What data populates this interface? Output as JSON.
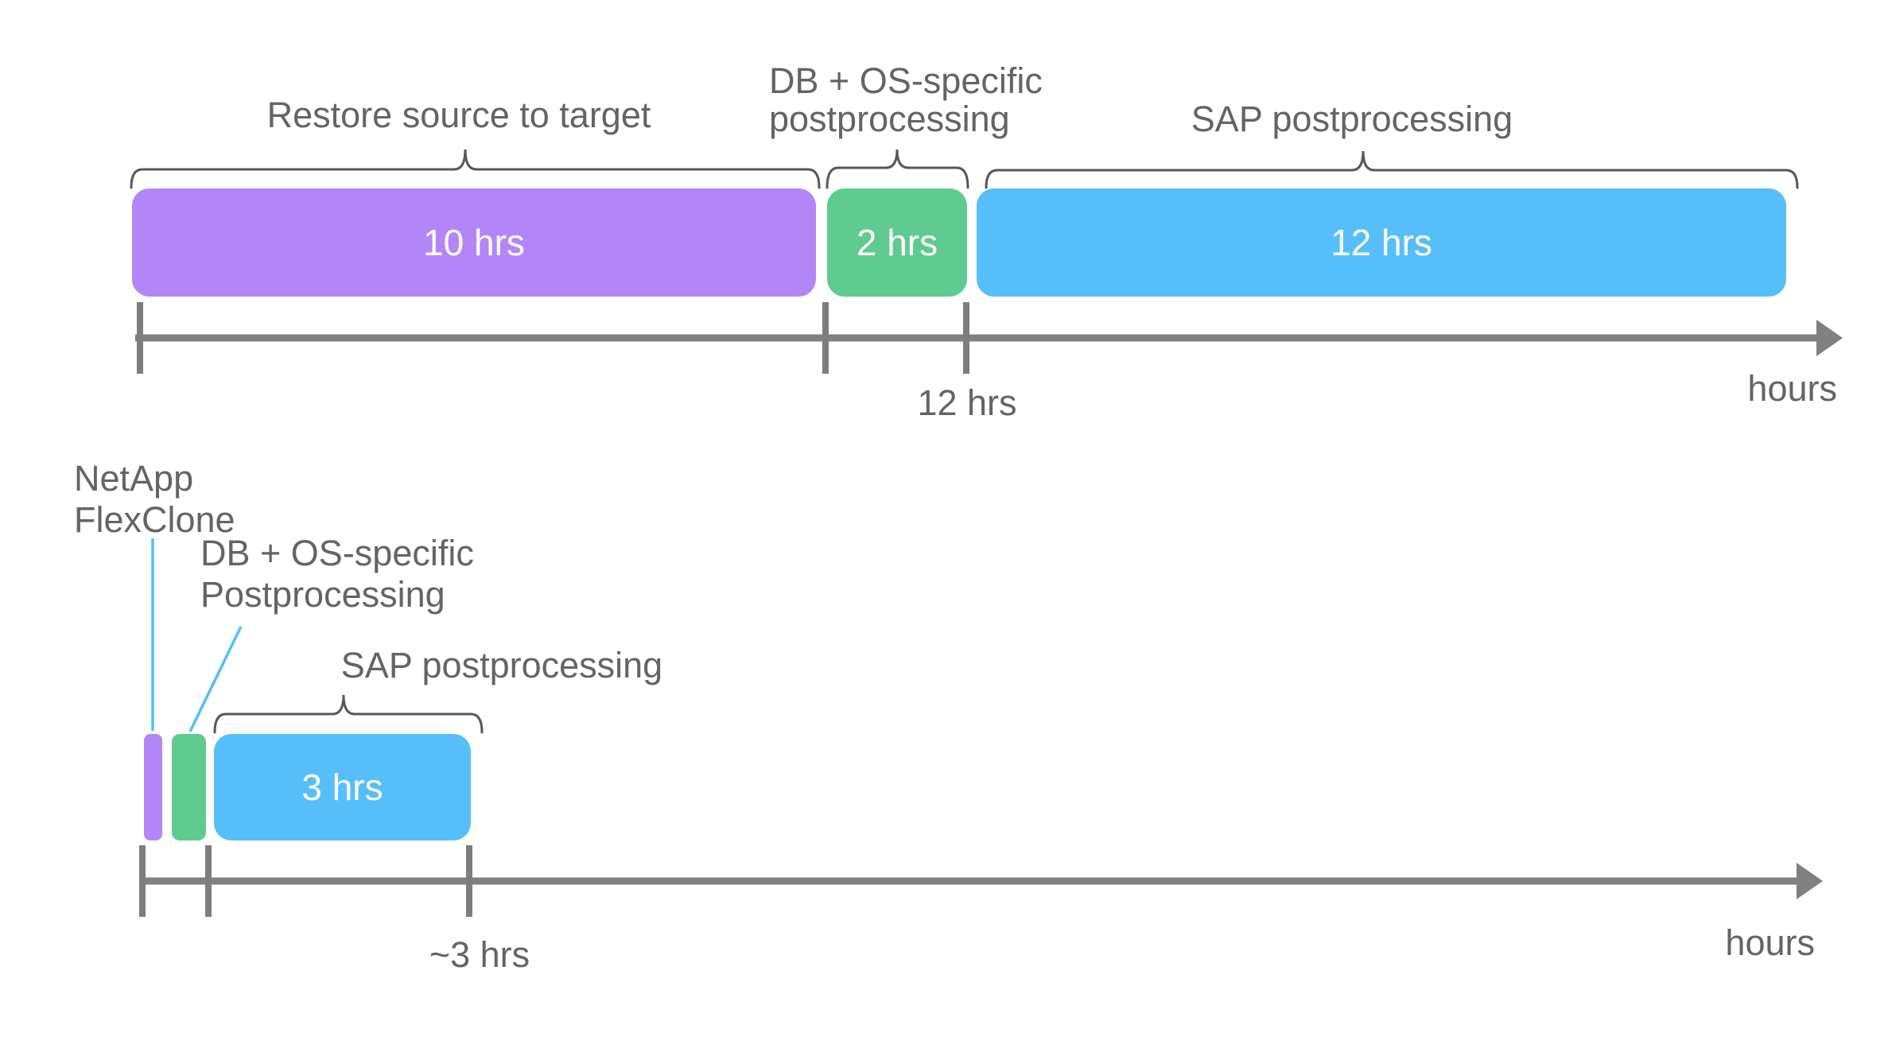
{
  "colors": {
    "purple": "#b386f7",
    "green": "#5fcb8e",
    "blue": "#56bffa",
    "axis_gray": "#808080",
    "tick_gray": "#7d7d7d",
    "brace_gray": "#58585a",
    "text_gray": "#646464",
    "bar_text": "#ffffff",
    "leader_blue": "#54befa"
  },
  "top_timeline": {
    "labels": {
      "restore": "Restore source to target",
      "db_os_line1": "DB + OS-specific",
      "db_os_line2": "postprocessing",
      "sap": "SAP postprocessing"
    },
    "bars": [
      {
        "step": "Restore source to target",
        "duration": "10 hrs",
        "color": "purple"
      },
      {
        "step": "DB + OS-specific postprocessing",
        "duration": "2 hrs",
        "color": "green"
      },
      {
        "step": "SAP postprocessing",
        "duration": "12 hrs",
        "color": "blue"
      }
    ],
    "axis": {
      "total_marker": "12 hrs",
      "unit": "hours"
    }
  },
  "bottom_timeline": {
    "labels": {
      "flexclone_line1": "NetApp",
      "flexclone_line2": "FlexClone",
      "db_os_line1": "DB + OS-specific",
      "db_os_line2": "Postprocessing",
      "sap": "SAP postprocessing"
    },
    "bars": [
      {
        "step": "NetApp FlexClone",
        "duration": "",
        "color": "purple"
      },
      {
        "step": "DB + OS-specific Postprocessing",
        "duration": "",
        "color": "green"
      },
      {
        "step": "SAP postprocessing",
        "duration": "3 hrs",
        "color": "blue"
      }
    ],
    "axis": {
      "total_marker": "~3 hrs",
      "unit": "hours"
    }
  }
}
